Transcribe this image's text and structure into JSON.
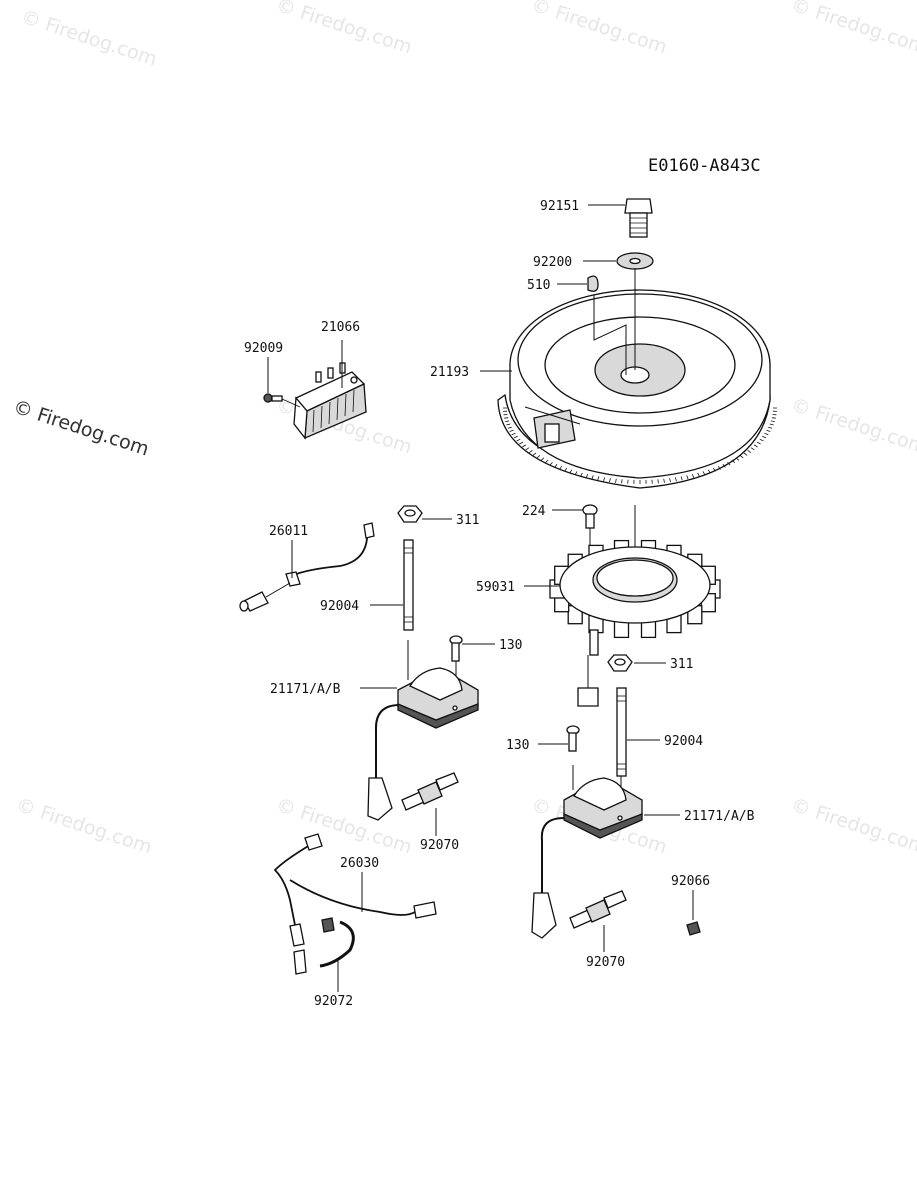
{
  "diagram_code": "E0160-A843C",
  "watermark": "© Firedog.com",
  "side_watermark": "© Firedog.com",
  "part_labels": {
    "p92151": "92151",
    "p92200": "92200",
    "p510": "510",
    "p21193": "21193",
    "p21066": "21066",
    "p92009": "92009",
    "p26011": "26011",
    "p311_top": "311",
    "p92004_left": "92004",
    "p224": "224",
    "p59031": "59031",
    "p130_left": "130",
    "p21171_left": "21171/A/B",
    "p311_right": "311",
    "p92004_right": "92004",
    "p130_right": "130",
    "p92070_left": "92070",
    "p21171_right": "21171/A/B",
    "p26030": "26030",
    "p92066": "92066",
    "p92070_right": "92070",
    "p92072": "92072"
  }
}
